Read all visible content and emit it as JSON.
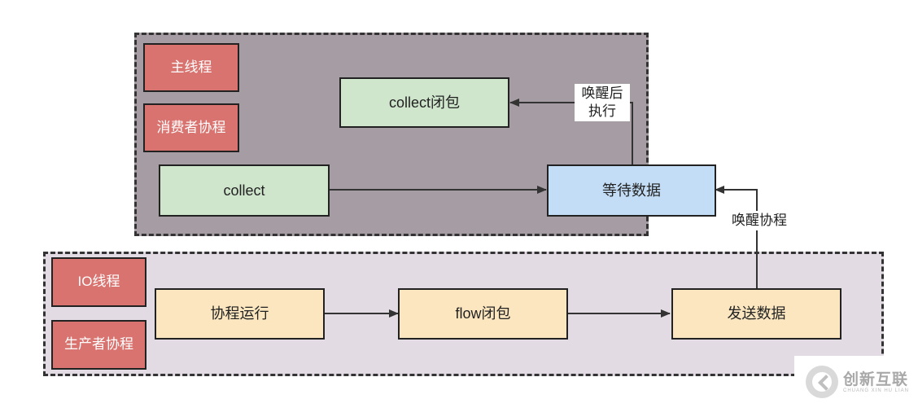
{
  "colors": {
    "consumer_region_bg": "#a59da3",
    "producer_region_bg": "#e2dbe4",
    "tag_bg": "#d9736f",
    "closure_bg": "#cfe6cc",
    "wait_bg": "#c2ddf5",
    "producer_box_bg": "#fbe6bf",
    "arrow": "#333333"
  },
  "consumer": {
    "main_thread": "主线程",
    "consumer_coroutine": "消费者协程",
    "collect_closure": "collect闭包",
    "collect": "collect",
    "wait_data": "等待数据",
    "wake_execute": "唤醒后\n执行"
  },
  "producer": {
    "io_thread": "IO线程",
    "producer_coroutine": "生产者协程",
    "coroutine_run": "协程运行",
    "flow_closure": "flow闭包",
    "send_data": "发送数据"
  },
  "wake_coroutine": "唤醒协程",
  "watermark": {
    "name": "创新互联",
    "pinyin": "CHUANG XIN HU LIAN"
  }
}
